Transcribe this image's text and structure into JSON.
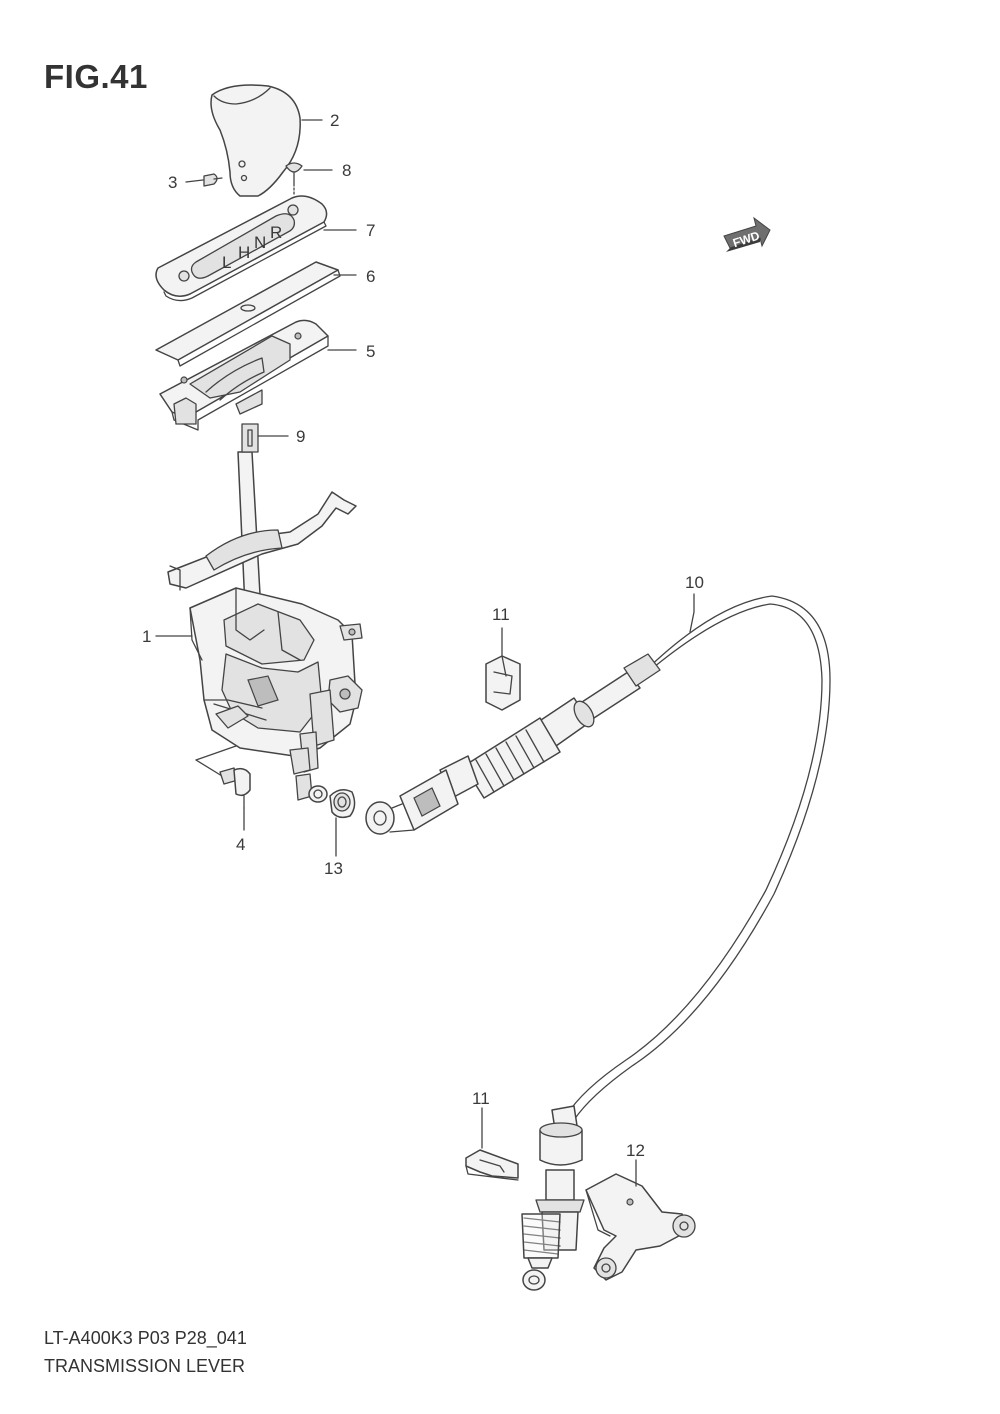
{
  "figure": {
    "title": "FIG.41",
    "model_code": "LT-A400K3 P03 P28_041",
    "name": "TRANSMISSION LEVER",
    "direction_label": "FWD"
  },
  "callouts": {
    "c1": "1",
    "c2": "2",
    "c3": "3",
    "c4": "4",
    "c5": "5",
    "c6": "6",
    "c7": "7",
    "c8": "8",
    "c9": "9",
    "c10": "10",
    "c11a": "11",
    "c11b": "11",
    "c12": "12",
    "c13": "13"
  },
  "gear_positions": [
    "L",
    "H",
    "N",
    "R"
  ],
  "colors": {
    "line": "#444444",
    "fill": "#f3f3f3",
    "shade": "#bdbdbd"
  }
}
